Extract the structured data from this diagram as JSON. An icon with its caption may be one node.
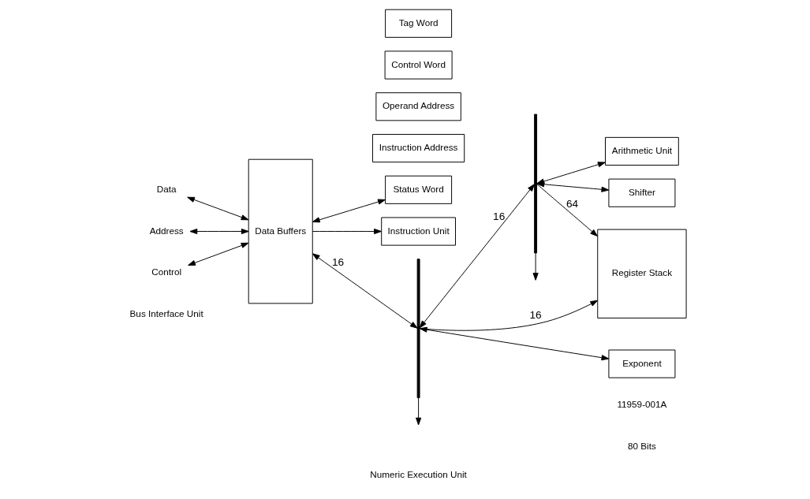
{
  "diagram": {
    "nodes": [
      {
        "text": [
          "Data"
        ]
      },
      {
        "text": [
          "Address"
        ]
      },
      {
        "text": [
          "Control"
        ]
      },
      {
        "text": [
          "Data Buffers"
        ]
      },
      {
        "text": [
          "Instruction Address"
        ]
      },
      {
        "text": [
          "Operand Address"
        ]
      },
      {
        "text": [
          "Control Word"
        ]
      },
      {
        "text": [
          "Status Word"
        ]
      },
      {
        "text": [
          "Tag Word"
        ]
      },
      {
        "text": [
          "Instruction Unit"
        ]
      },
      {
        "text": [],
        "shape": "bar"
      },
      {
        "text": [],
        "shape": "bar"
      },
      {
        "text": [
          "Exponent"
        ]
      },
      {
        "text": [
          "Shifter"
        ]
      },
      {
        "text": [
          "Arithmetic Unit"
        ]
      },
      {
        "text": [
          "Register Stack"
        ]
      }
    ],
    "edges": [
      {
        "from": 0,
        "to": 3,
        "arrow": "both"
      },
      {
        "from": 1,
        "to": 3,
        "arrow": "both"
      },
      {
        "from": 2,
        "to": 3,
        "arrow": "both"
      },
      {
        "from": 3,
        "to": 7,
        "arrow": "both"
      },
      {
        "from": 3,
        "to": 9,
        "arrow": "to"
      },
      {
        "from": 3,
        "to": 10,
        "arrow": "both",
        "label": "16"
      },
      {
        "from": 10,
        "to": null,
        "arrow": "to"
      },
      {
        "from": 10,
        "to": 12,
        "arrow": "both"
      },
      {
        "from": 10,
        "to": 15,
        "arrow": "to",
        "label": "16"
      },
      {
        "from": 10,
        "to": 11,
        "arrow": "both",
        "label": "16"
      },
      {
        "from": 11,
        "to": null,
        "arrow": "to"
      },
      {
        "from": 11,
        "to": 13,
        "arrow": "both"
      },
      {
        "from": 11,
        "to": 14,
        "arrow": "both"
      },
      {
        "from": 11,
        "to": 15,
        "arrow": "to",
        "label": "64"
      }
    ],
    "labels": [
      "Bus Interface Unit",
      "Numeric Execution Unit",
      "80 Bits",
      "11959-001A"
    ]
  }
}
